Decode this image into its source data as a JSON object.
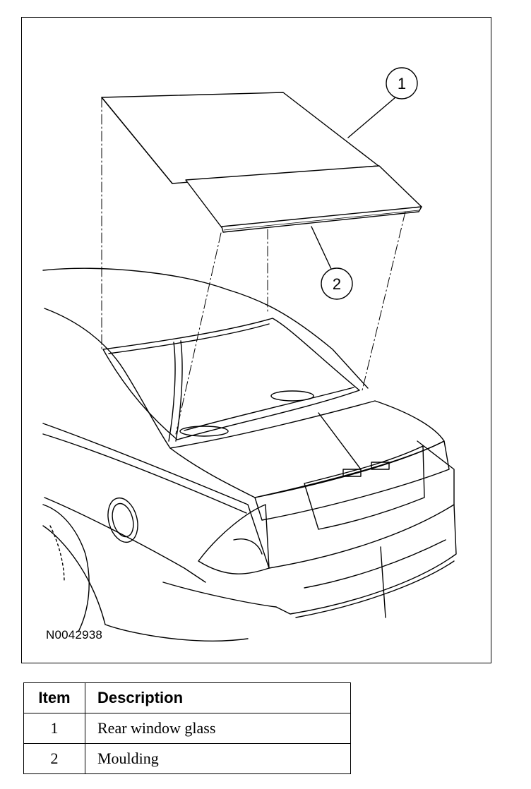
{
  "figure": {
    "id": "N0042938",
    "callouts": [
      "1",
      "2"
    ]
  },
  "legend": {
    "headers": [
      "Item",
      "Description"
    ],
    "rows": [
      {
        "item": "1",
        "description": "Rear window glass"
      },
      {
        "item": "2",
        "description": "Moulding"
      }
    ]
  }
}
